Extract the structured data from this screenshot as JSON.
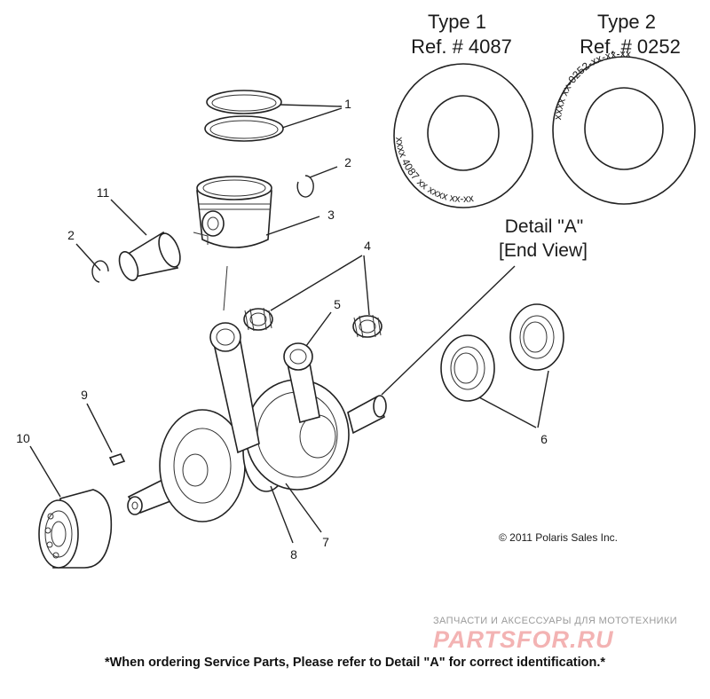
{
  "type1": {
    "title": "Type 1",
    "ref": "Ref. # 4087",
    "ring_text": "xxxx 4087 xx xxxx xx-xx"
  },
  "type2": {
    "title": "Type 2",
    "ref": "Ref. # 0252",
    "ring_text": "xxxx xx-0252-xx-xx-xx"
  },
  "detail": {
    "line1": "Detail \"A\"",
    "line2": "[End View]"
  },
  "callouts": {
    "c1": "1",
    "c2a": "2",
    "c2b": "2",
    "c3": "3",
    "c4": "4",
    "c5": "5",
    "c6": "6",
    "c7": "7",
    "c8": "8",
    "c9": "9",
    "c10": "10",
    "c11": "11"
  },
  "copyright": "© 2011 Polaris Sales Inc.",
  "footer": "*When ordering Service Parts, Please refer to Detail \"A\" for correct identification.*",
  "watermark": {
    "tagline": "ЗАПЧАСТИ И АКСЕССУАРЫ ДЛЯ МОТОТЕХНИКИ",
    "brand": "PARTSFOR.RU"
  }
}
